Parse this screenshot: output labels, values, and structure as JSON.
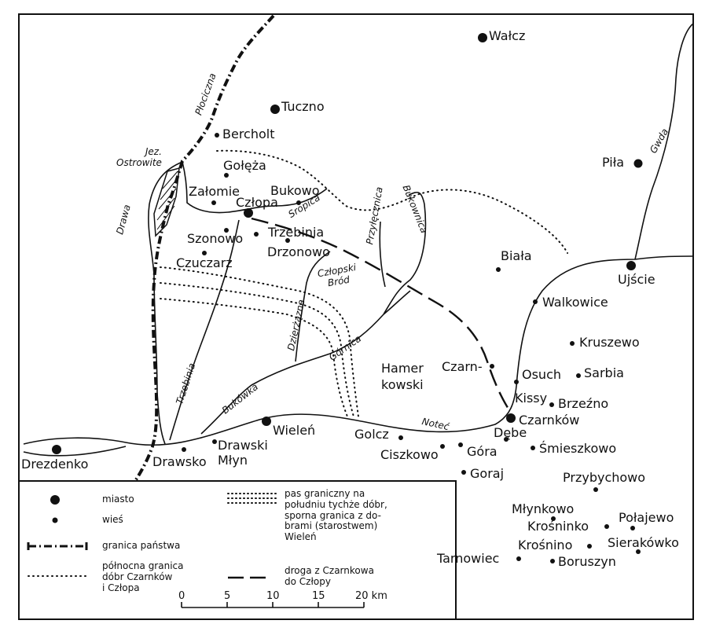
{
  "map": {
    "places": {
      "walcz": "Wałcz",
      "tuczno": "Tuczno",
      "bercholt": "Bercholt",
      "goleza": "Gołęża",
      "zalomie": "Załomie",
      "czlopa": "Człopa",
      "bukowo": "Bukowo",
      "szonowo": "Szonowo",
      "trzebinia": "Trzebinia",
      "drzonowo": "Drzonowo",
      "czuczarz": "Czuczarz",
      "pila": "Piła",
      "biala": "Biała",
      "ujscie": "Ujście",
      "walkowice": "Walkowice",
      "kruszewo": "Kruszewo",
      "hamerkowski": "Hamer\nkowski",
      "czarn": "Czarn-",
      "osuch": "Osuch",
      "sarbia": "Sarbia",
      "kissy": "Kissy",
      "brzezno": "Brzeźno",
      "czarnkow": "Czarnków",
      "debe": "Dębe",
      "smieszkowo": "Śmieszkowo",
      "wielen": "Wieleń",
      "golcz": "Golcz",
      "ciszkowo": "Ciszkowo",
      "gora": "Góra",
      "goraj": "Goraj",
      "drawski_mlyn": "Drawski\nMłyn",
      "drawsko": "Drawsko",
      "drezdenko": "Drezdenko",
      "przybychowo": "Przybychowo",
      "mlynkowo": "Młynkowo",
      "krosninko": "Krośninko",
      "polajewo": "Połajewo",
      "krosnino": "Krośnino",
      "sierakowko": "Sierakówko",
      "tarnowiec": "Tarnowiec",
      "boruszyn": "Boruszyn"
    },
    "rivers": {
      "plociczna": "Płociczna",
      "drawa": "Drawa",
      "gwda": "Gwda",
      "sropica": "Sropica",
      "przylecznica": "Przyłęcznica",
      "bukownica": "Bukownica",
      "dzierzazna": "Dzierżązna",
      "gornica": "Górnica",
      "bukowka": "Bukówka",
      "trzebinia": "Trzebinia",
      "notec": "Noteć"
    },
    "other_labels": {
      "jez_ostrowite": "Jez.\nOstrowite",
      "czlopski_brod": "Człopski\nBród"
    }
  },
  "legend": {
    "town": "miasto",
    "village": "wieś",
    "state_border": "granica państwa",
    "north_border": "północna granica\ndóbr Czarnków\ni Człopa",
    "disputed_strip": "pas graniczny na\npołudniu tychże dóbr,\nsporna granica z do-\nbrami (starostwem)\nWieleń",
    "road": "droga z Czarnkowa\ndo Człopy"
  },
  "scale": {
    "ticks": [
      "0",
      "5",
      "10",
      "15",
      "20 km"
    ]
  },
  "colors": {
    "ink": "#111111",
    "paper": "#ffffff"
  }
}
